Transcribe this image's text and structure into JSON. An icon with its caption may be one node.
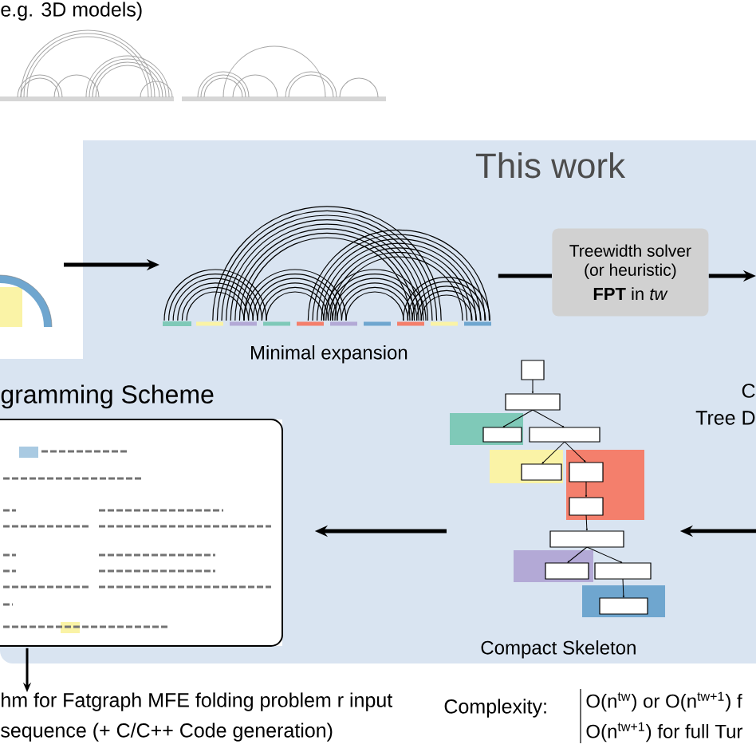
{
  "diagram": {
    "nodes": [
      {
        "text": [],
        "shape": "box"
      },
      {
        "text": [
          "This work"
        ]
      },
      {
        "text": [
          "Minimal expansion"
        ],
        "in": 1
      },
      {
        "text": [
          "Treewidth solver (or heuristic)",
          "**FPT** in *tw*"
        ],
        "in": 1
      },
      {
        "text": [
          "Compact Skeleton"
        ],
        "in": 1
      },
      {
        "text": [
          "gramming Scheme"
        ],
        "in": 1
      },
      {
        "text": [
          "hm for Fatgraph MFE folding problem r input sequence (+ C/C++ Code generation)"
        ]
      }
    ],
    "edges": [
      {
        "from": 0,
        "to": 2,
        "arrow": "to"
      },
      {
        "from": 2,
        "to": 3,
        "arrow": "none"
      },
      {
        "from": 3,
        "to": null,
        "arrow": "to"
      },
      {
        "from": null,
        "to": 4,
        "arrow": "to"
      },
      {
        "from": 4,
        "to": 5,
        "arrow": "to"
      },
      {
        "from": 5,
        "to": 6,
        "arrow": "to"
      }
    ],
    "labels": [
      "e.g. 3D models)",
      "C",
      "Tree D",
      "Complexity:",
      "O(n$^{tw}$) or O(n$^{tw+1}$) f",
      "O(n$^{tw+1}$) for full Tur"
    ]
  }
}
